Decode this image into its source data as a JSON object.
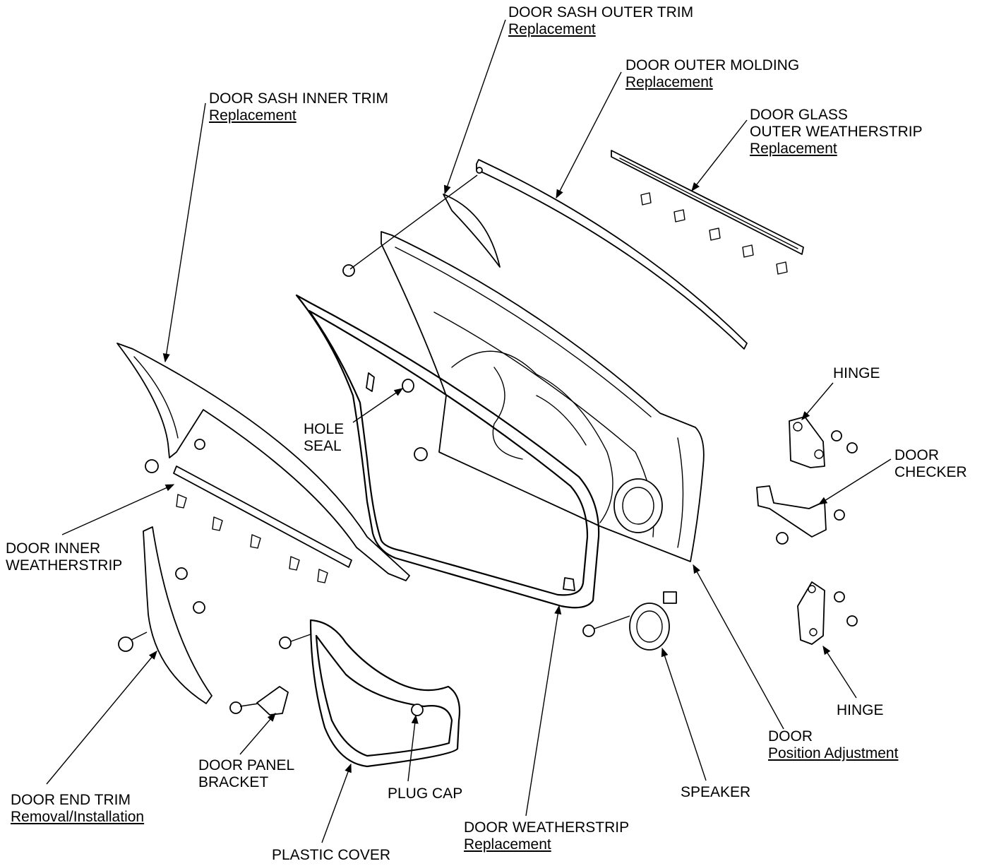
{
  "labels": {
    "door_sash_outer_trim": {
      "name": "DOOR SASH OUTER TRIM",
      "action": "Replacement"
    },
    "door_outer_molding": {
      "name": "DOOR OUTER MOLDING",
      "action": "Replacement"
    },
    "door_glass_outer_weatherstrip": {
      "line1": "DOOR GLASS",
      "line2": "OUTER WEATHERSTRIP",
      "action": "Replacement"
    },
    "door_sash_inner_trim": {
      "name": "DOOR SASH INNER TRIM",
      "action": "Replacement"
    },
    "hinge_upper": {
      "name": "HINGE"
    },
    "hole_seal": {
      "line1": "HOLE",
      "line2": "SEAL"
    },
    "door_checker": {
      "line1": "DOOR",
      "line2": "CHECKER"
    },
    "door_inner_weatherstrip": {
      "line1": "DOOR INNER",
      "line2": "WEATHERSTRIP"
    },
    "hinge_lower": {
      "name": "HINGE"
    },
    "door": {
      "name": "DOOR",
      "action": "Position Adjustment"
    },
    "door_panel_bracket": {
      "line1": "DOOR PANEL",
      "line2": "BRACKET"
    },
    "plug_cap": {
      "name": "PLUG CAP"
    },
    "speaker": {
      "name": "SPEAKER"
    },
    "door_end_trim": {
      "name": "DOOR END TRIM",
      "action": "Removal/Installation"
    },
    "door_weatherstrip": {
      "name": "DOOR WEATHERSTRIP",
      "action": "Replacement"
    },
    "plastic_cover": {
      "name": "PLASTIC COVER"
    }
  }
}
